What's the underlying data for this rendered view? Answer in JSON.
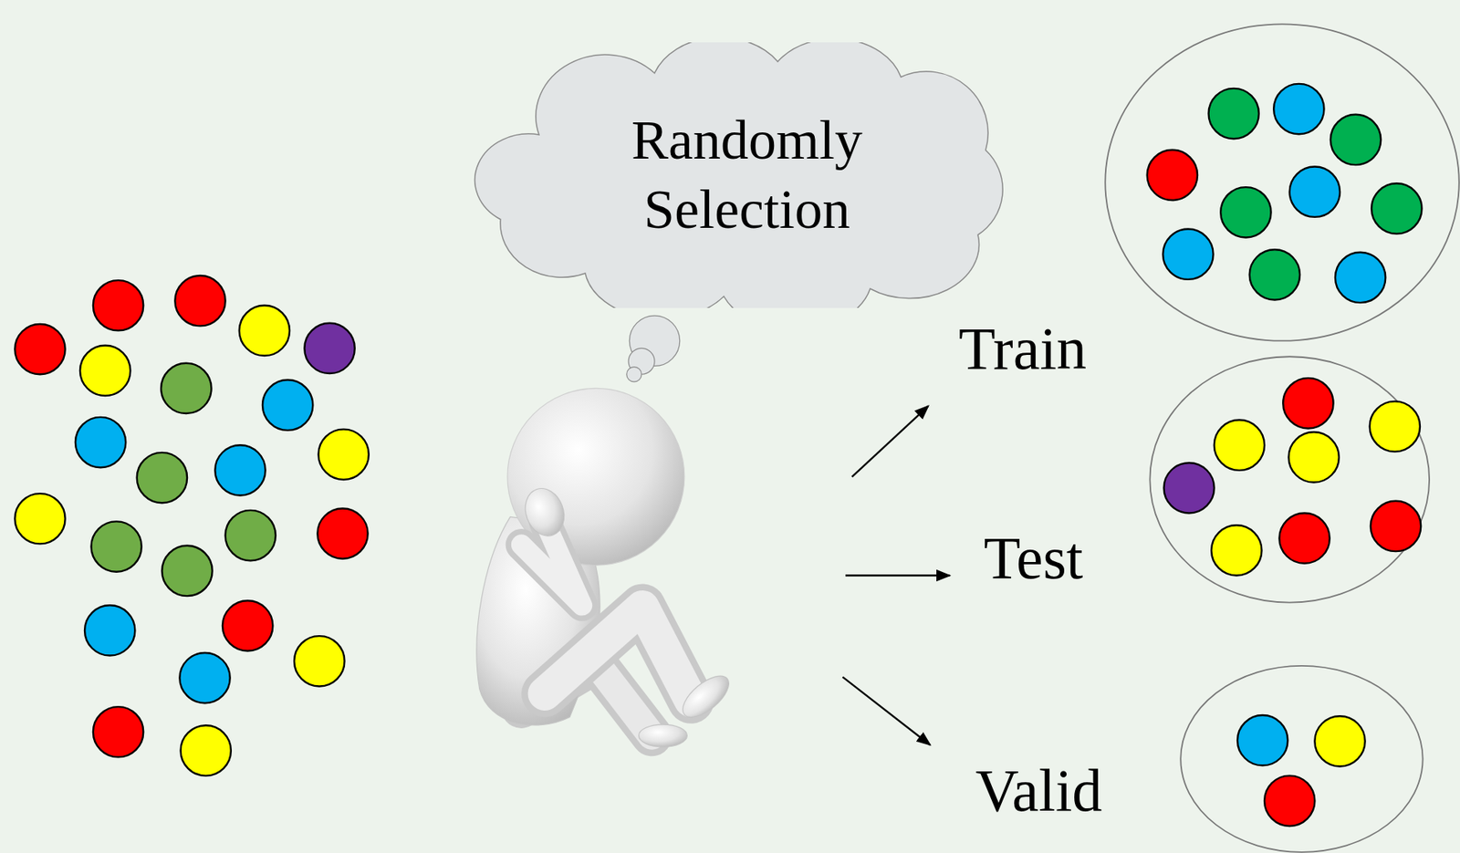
{
  "diagram": {
    "nodes": [
      {
        "text": [
          "Randomly Selection"
        ]
      }
    ],
    "labels": [
      "Train",
      "Test",
      "Valid"
    ]
  }
}
